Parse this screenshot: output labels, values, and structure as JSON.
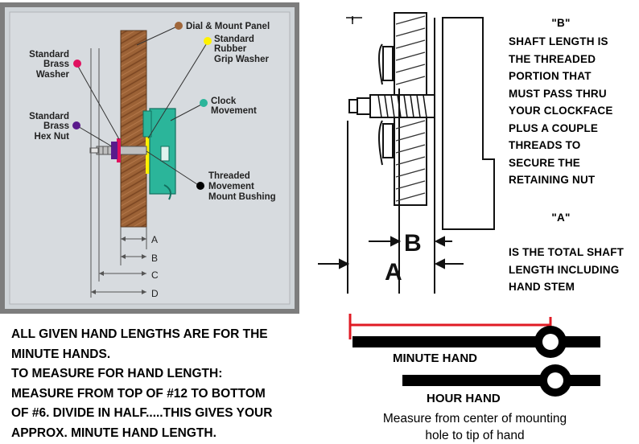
{
  "left_diagram": {
    "labels": {
      "dial_mount_panel": "Dial & Mount Panel",
      "rubber_grip_washer": [
        "Standard",
        "Rubber",
        "Grip Washer"
      ],
      "brass_washer": [
        "Standard",
        "Brass",
        "Washer"
      ],
      "clock_movement": [
        "Clock",
        "Movement"
      ],
      "brass_hex_nut": [
        "Standard",
        "Brass",
        "Hex Nut"
      ],
      "mount_bushing": [
        "Threaded",
        "Movement",
        "Mount Bushing"
      ]
    },
    "dimension_letters": [
      "A",
      "B",
      "C",
      "D"
    ],
    "colors": {
      "dial_mount_panel": "#a0673b",
      "rubber_grip_washer": "#fff200",
      "brass_washer": "#e0115f",
      "clock_movement": "#2bb59a",
      "brass_hex_nut": "#5a1a8c",
      "mount_bushing": "#000000",
      "frame": "#808080"
    }
  },
  "right_diagram": {
    "letter_a": "A",
    "letter_b": "B"
  },
  "notes": {
    "b_title": "\"B\"",
    "b_lines": [
      "SHAFT LENGTH IS",
      "THE THREADED",
      "PORTION THAT",
      "MUST PASS THRU",
      "YOUR CLOCKFACE",
      "PLUS A COUPLE",
      "THREADS TO",
      "SECURE THE",
      "RETAINING NUT"
    ],
    "a_title": "\"A\"",
    "a_lines": [
      "IS THE TOTAL SHAFT",
      "LENGTH INCLUDING",
      "HAND STEM"
    ]
  },
  "instructions": [
    "ALL GIVEN HAND LENGTHS ARE FOR THE",
    "MINUTE HANDS.",
    "TO MEASURE FOR HAND LENGTH:",
    "MEASURE FROM TOP OF #12 TO BOTTOM",
    "OF #6.  DIVIDE IN HALF.....THIS GIVES YOUR",
    "APPROX. MINUTE HAND LENGTH."
  ],
  "hands": {
    "minute_label": "MINUTE HAND",
    "hour_label": "HOUR HAND",
    "measure_lines": [
      "Measure from center of mounting",
      "hole to tip of hand"
    ],
    "measure_color": "#e01b24"
  }
}
